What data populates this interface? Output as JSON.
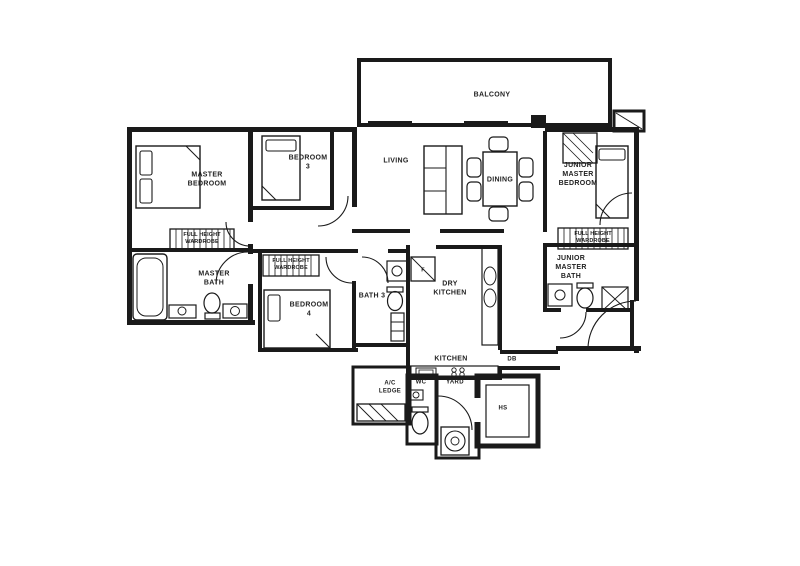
{
  "image_type": "apartment floor plan drawing",
  "colors": {
    "line": "#1a1a1a",
    "text": "#1f1f1f",
    "background": "#ffffff"
  },
  "rooms": {
    "balcony": {
      "label": "BALCONY"
    },
    "master_bedroom": {
      "line1": "MASTER",
      "line2": "BEDROOM"
    },
    "bedroom_3": {
      "line1": "BEDROOM",
      "line2": "3"
    },
    "living": {
      "label": "LIVING"
    },
    "dining": {
      "label": "DINING"
    },
    "junior_master_bedroom": {
      "line1": "JUNIOR",
      "line2": "MASTER",
      "line3": "BEDROOM"
    },
    "master_bath": {
      "line1": "MASTER",
      "line2": "BATH"
    },
    "bedroom_4": {
      "line1": "BEDROOM",
      "line2": "4"
    },
    "bath_3": {
      "label": "BATH 3"
    },
    "dry_kitchen": {
      "line1": "DRY",
      "line2": "KITCHEN"
    },
    "kitchen": {
      "label": "KITCHEN"
    },
    "junior_master_bath": {
      "line1": "JUNIOR",
      "line2": "MASTER",
      "line3": "BATH"
    },
    "ac_ledge": {
      "line1": "A/C",
      "line2": "LEDGE"
    },
    "wc": {
      "label": "WC"
    },
    "yard": {
      "label": "YARD"
    },
    "household_shelter": {
      "label": "HS"
    },
    "db": {
      "label": "DB"
    },
    "fridge": {
      "label": "F"
    },
    "wardrobe": {
      "line1": "FULL HEIGHT",
      "line2": "WARDROBE"
    }
  }
}
